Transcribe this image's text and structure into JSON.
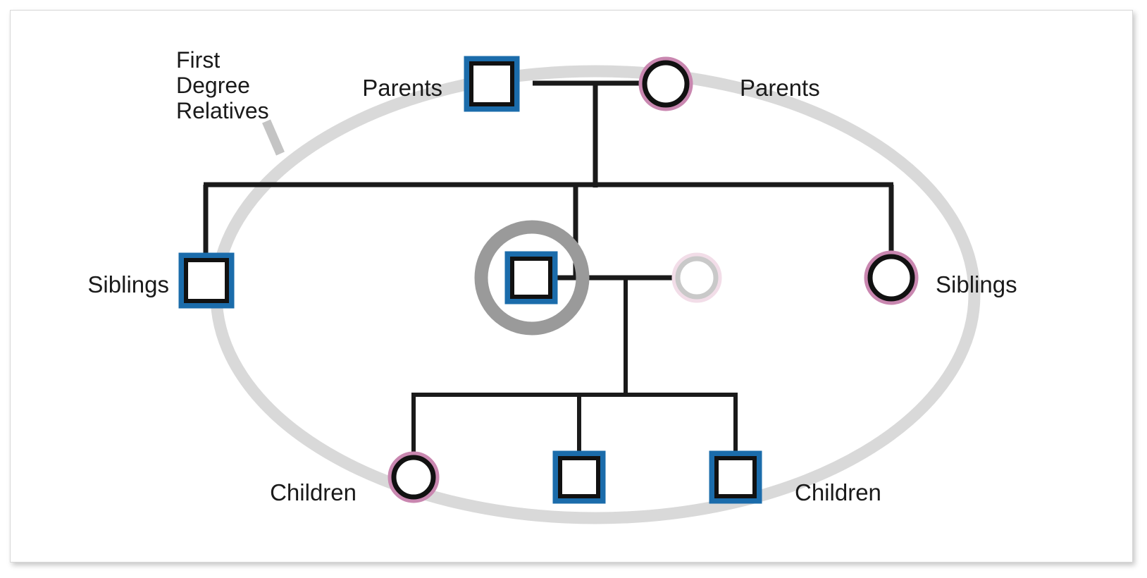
{
  "diagram": {
    "title": "First Degree Relatives Pedigree",
    "type": "pedigree-chart",
    "background_color": "#ffffff",
    "frame_border_color": "#d8d8d8"
  },
  "colors": {
    "male_border": "#1b6cab",
    "female_border": "#c987b0",
    "symbol_inner": "#111111",
    "symbol_fill": "#ffffff",
    "line": "#1a1a1a",
    "ellipse_highlight": "#d9d9d9",
    "proband_ring": "#9a9a9a",
    "faded_female_outer": "#f2dde8",
    "faded_female_inner": "#c9c9c9",
    "text": "#1a1a1a"
  },
  "annotations": {
    "group_label": {
      "lines": [
        "First",
        "Degree",
        "Relatives"
      ],
      "leader_line": "tick-pointer-to-ellipse"
    }
  },
  "labels": {
    "parents_left": "Parents",
    "parents_right": "Parents",
    "siblings_left": "Siblings",
    "siblings_right": "Siblings",
    "children_left": "Children",
    "children_right": "Children"
  },
  "individuals": [
    {
      "id": "father",
      "role": "Parents",
      "sex": "male",
      "shape": "square",
      "border": "#1b6cab",
      "state": "normal",
      "generation": 1
    },
    {
      "id": "mother",
      "role": "Parents",
      "sex": "female",
      "shape": "circle",
      "border": "#c987b0",
      "state": "normal",
      "generation": 1
    },
    {
      "id": "sibling-left",
      "role": "Siblings",
      "sex": "male",
      "shape": "square",
      "border": "#1b6cab",
      "state": "normal",
      "generation": 2
    },
    {
      "id": "proband",
      "role": "Proband",
      "sex": "male",
      "shape": "square",
      "border": "#1b6cab",
      "state": "proband",
      "generation": 2
    },
    {
      "id": "spouse",
      "role": "Spouse",
      "sex": "female",
      "shape": "circle",
      "border": "#f2dde8",
      "state": "faded",
      "generation": 2
    },
    {
      "id": "sibling-right",
      "role": "Siblings",
      "sex": "female",
      "shape": "circle",
      "border": "#c987b0",
      "state": "normal",
      "generation": 2
    },
    {
      "id": "child-1",
      "role": "Children",
      "sex": "female",
      "shape": "circle",
      "border": "#c987b0",
      "state": "normal",
      "generation": 3
    },
    {
      "id": "child-2",
      "role": "Children",
      "sex": "male",
      "shape": "square",
      "border": "#1b6cab",
      "state": "normal",
      "generation": 3
    },
    {
      "id": "child-3",
      "role": "Children",
      "sex": "male",
      "shape": "square",
      "border": "#1b6cab",
      "state": "normal",
      "generation": 3
    }
  ]
}
